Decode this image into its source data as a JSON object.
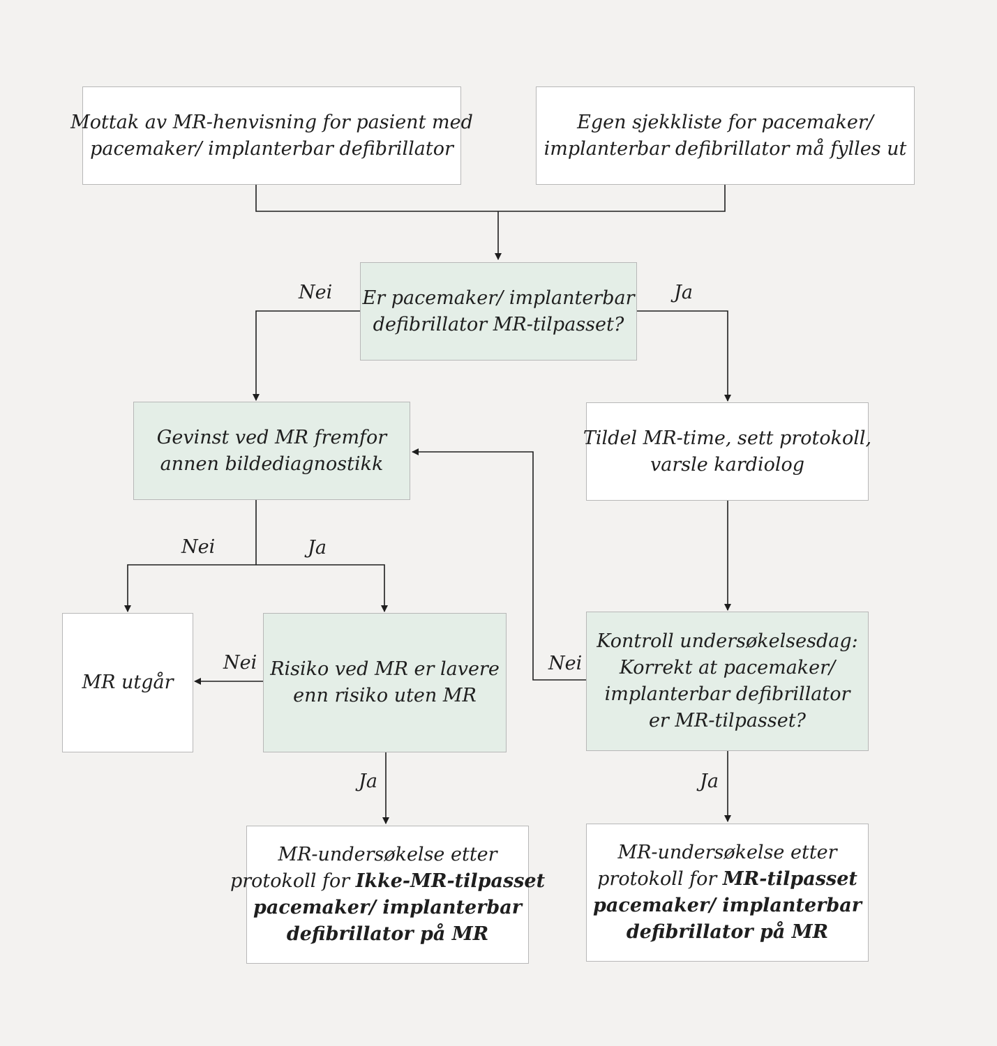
{
  "nodes": {
    "referral": {
      "lines": [
        "Mottak av MR-henvisning for pasient med",
        "pacemaker/ implanterbar defibrillator"
      ]
    },
    "checklist": {
      "lines": [
        "Egen sjekkliste for pacemaker/",
        "implanterbar defibrillator må fylles ut"
      ]
    },
    "mr_conditional_question": {
      "lines": [
        "Er pacemaker/ implanterbar",
        "defibrillator MR-tilpasset?"
      ]
    },
    "benefit_question": {
      "lines": [
        "Gevinst ved MR fremfor",
        "annen bildediagnostikk"
      ]
    },
    "assign_time": {
      "lines": [
        "Tildel MR-time, sett protokoll,",
        "varsle kardiolog"
      ]
    },
    "mr_cancelled": {
      "lines": [
        "MR utgår"
      ]
    },
    "risk_question": {
      "lines": [
        "Risiko ved MR er lavere",
        "enn risiko uten MR"
      ]
    },
    "exam_day_check": {
      "lines": [
        "Kontroll undersøkelsesdag:",
        "Korrekt at pacemaker/",
        "implanterbar defibrillator",
        "er MR-tilpasset?"
      ]
    },
    "protocol_non_conditional": {
      "line1": "MR-undersøkelse etter",
      "line2_prefix": "protokoll for ",
      "line2_bold": "Ikke-MR-tilpasset",
      "line3_bold": "pacemaker/ implanterbar",
      "line4_bold": "defibrillator på MR"
    },
    "protocol_conditional": {
      "line1": "MR-undersøkelse etter",
      "line2_prefix": "protokoll for ",
      "line2_bold": "MR-tilpasset",
      "line3_bold": "pacemaker/ implanterbar",
      "line4_bold": "defibrillator på MR"
    }
  },
  "edge_labels": {
    "q1_no": "Nei",
    "q1_yes": "Ja",
    "benefit_no": "Nei",
    "benefit_yes": "Ja",
    "risk_no": "Nei",
    "risk_yes": "Ja",
    "check_no": "Nei",
    "check_yes": "Ja"
  },
  "colors": {
    "background": "#f3f2f0",
    "box_fill": "#ffffff",
    "decision_fill": "#e4eee7",
    "box_border": "#b7b7b7",
    "line": "#1e1e1e"
  }
}
